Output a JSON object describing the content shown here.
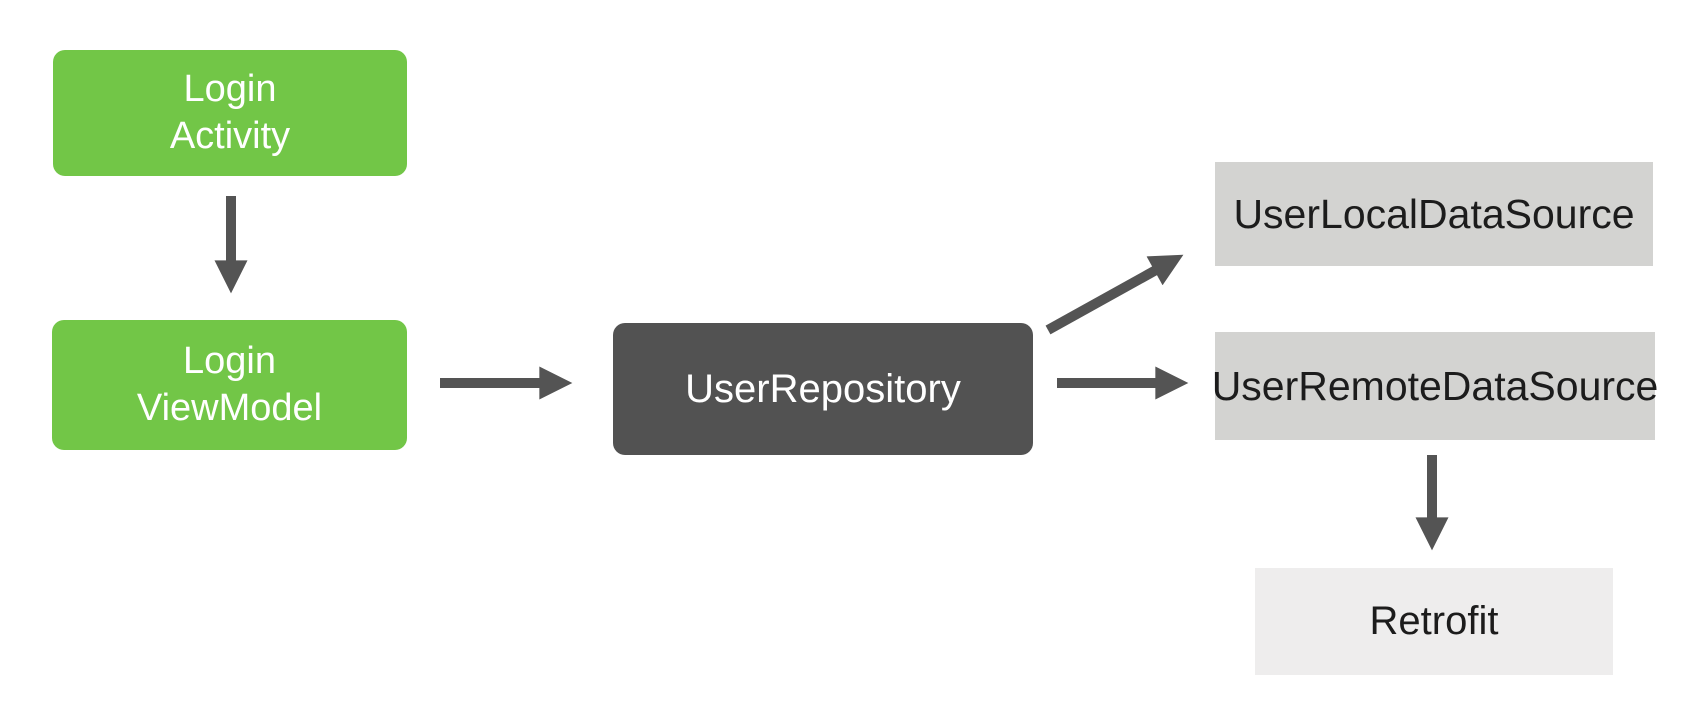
{
  "diagram": {
    "background_color": "#FFFFFF",
    "arrow_color": "#545454",
    "nodes": {
      "login_activity": {
        "lines": [
          "Login",
          "Activity"
        ],
        "fill": "#72C647",
        "text_color": "#FFFFFF",
        "shape": "rounded-rect"
      },
      "login_viewmodel": {
        "lines": [
          "Login",
          "ViewModel"
        ],
        "fill": "#72C647",
        "text_color": "#FFFFFF",
        "shape": "rounded-rect"
      },
      "user_repository": {
        "label": "UserRepository",
        "fill": "#525252",
        "text_color": "#FFFFFF",
        "shape": "rounded-rect"
      },
      "user_local_data_source": {
        "label": "UserLocalDataSource",
        "fill": "#D3D3D1",
        "text_color": "#1C1C1C",
        "shape": "rect"
      },
      "user_remote_data_source": {
        "label": "UserRemoteDataSource",
        "fill": "#D3D3D1",
        "text_color": "#1C1C1C",
        "shape": "rect"
      },
      "retrofit": {
        "label": "Retrofit",
        "fill": "#EEEDED",
        "text_color": "#1C1C1C",
        "shape": "rect"
      }
    },
    "edges": [
      {
        "from": "login_activity",
        "to": "login_viewmodel",
        "direction": "down"
      },
      {
        "from": "login_viewmodel",
        "to": "user_repository",
        "direction": "right"
      },
      {
        "from": "user_repository",
        "to": "user_local_data_source",
        "direction": "up-right"
      },
      {
        "from": "user_repository",
        "to": "user_remote_data_source",
        "direction": "right"
      },
      {
        "from": "user_remote_data_source",
        "to": "retrofit",
        "direction": "down"
      }
    ]
  }
}
